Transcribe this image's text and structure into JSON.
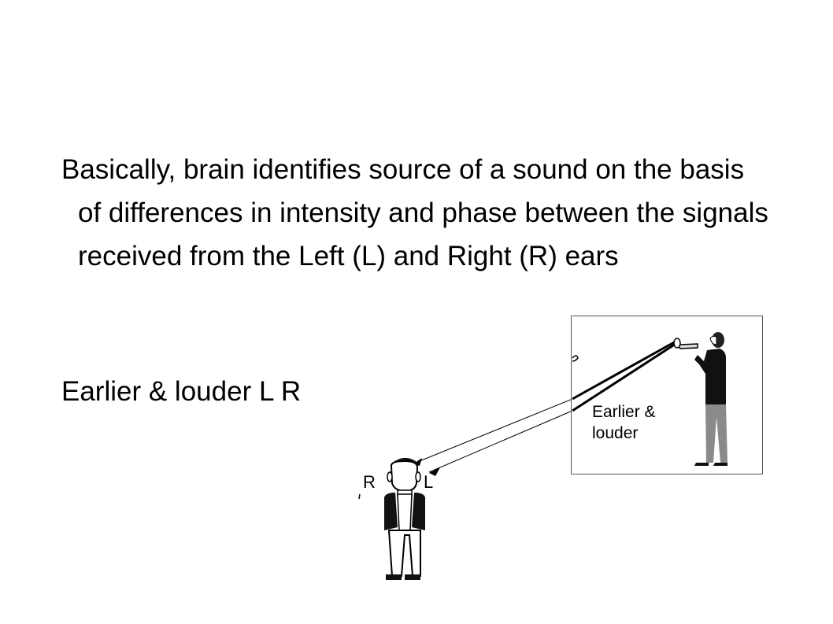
{
  "slide": {
    "paragraph_main": "Basically, brain identifies source of a sound on the basis of differences in intensity and phase between the signals received from the Left (L) and Right (R) ears",
    "paragraph_secondary": "Earlier & louder L R"
  },
  "illustration": {
    "inset_label": "Earlier & louder",
    "ear_right": "R",
    "ear_left": "L"
  }
}
